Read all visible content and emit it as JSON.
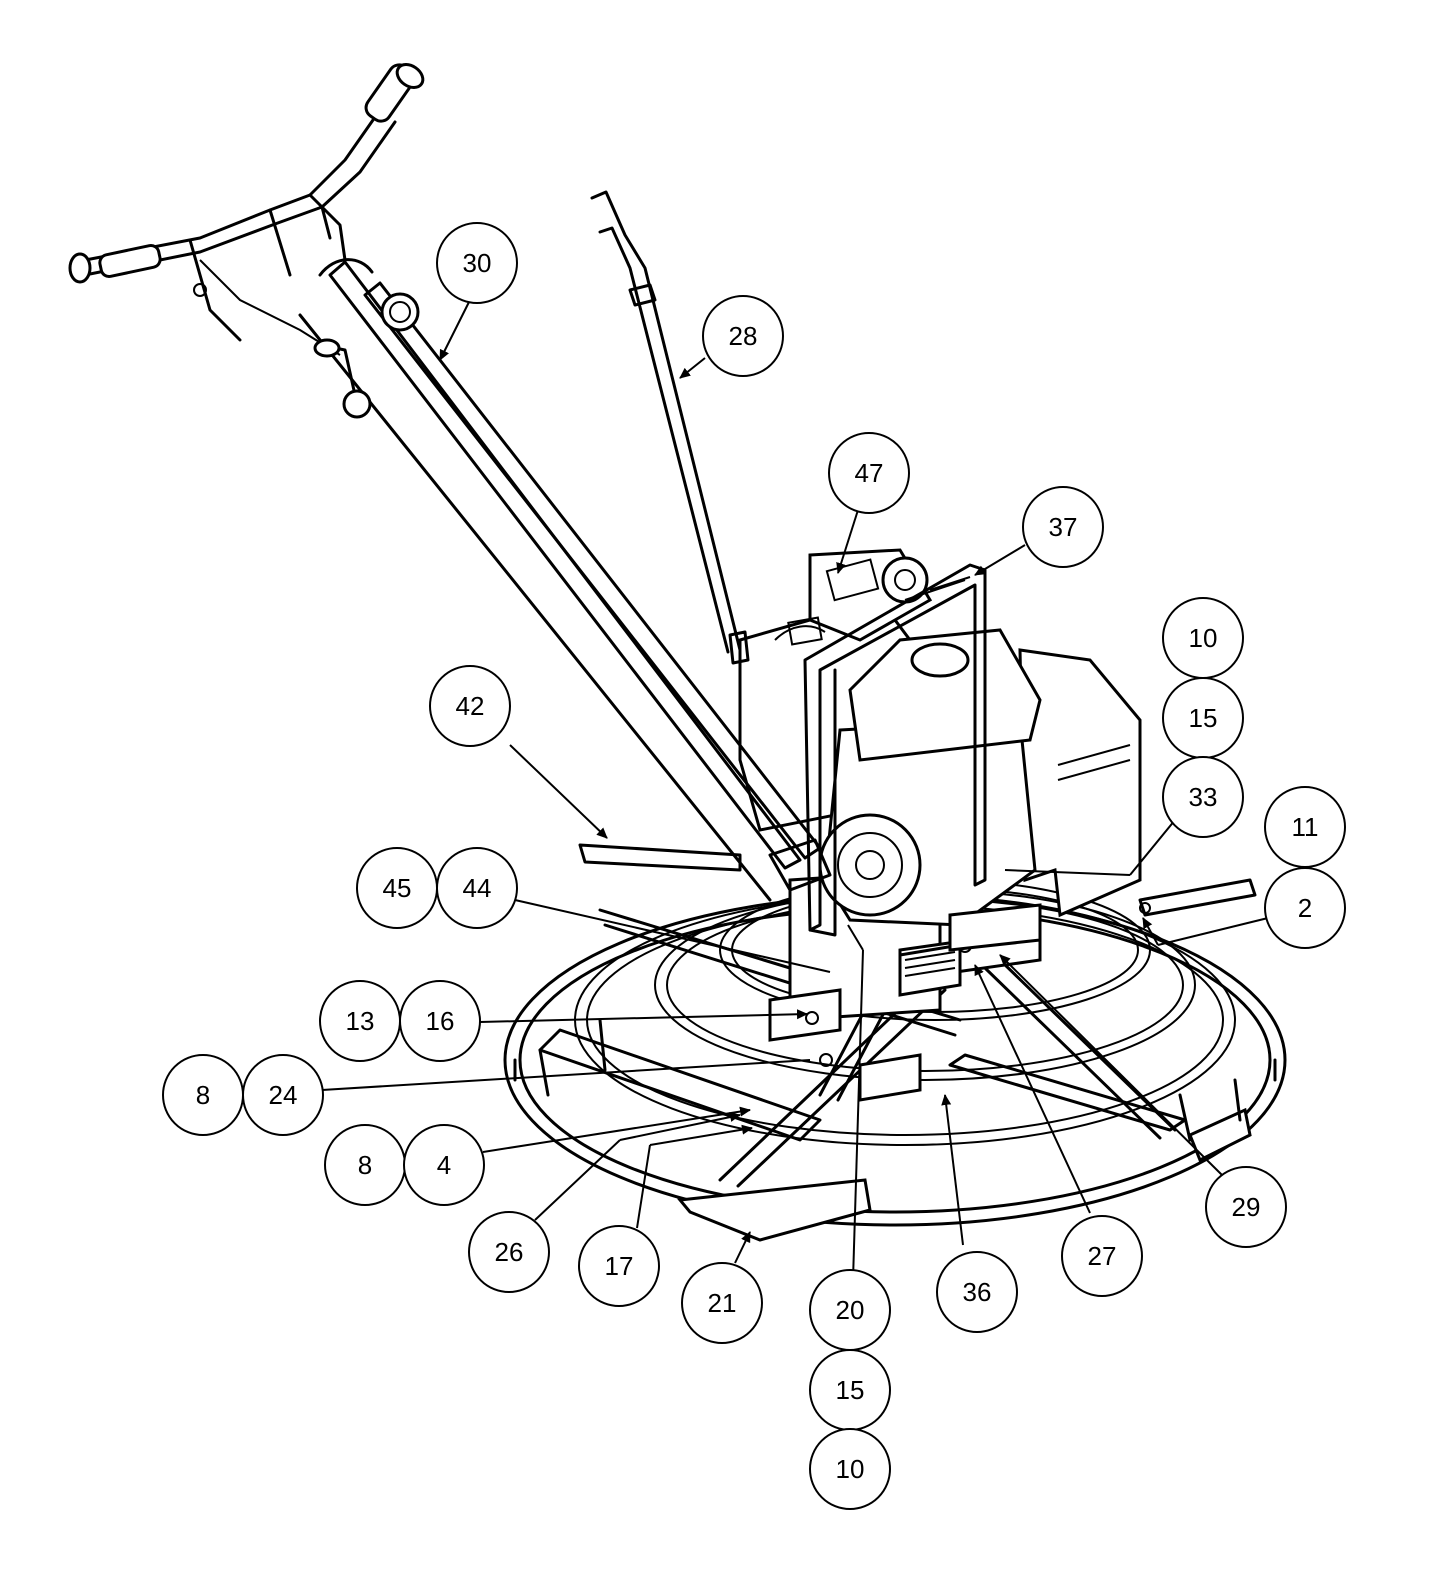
{
  "callouts": {
    "c30": "30",
    "c28": "28",
    "c47": "47",
    "c37": "37",
    "c10a": "10",
    "c15a": "15",
    "c33": "33",
    "c11": "11",
    "c2": "2",
    "c42": "42",
    "c45": "45",
    "c44": "44",
    "c13": "13",
    "c16": "16",
    "c8a": "8",
    "c24": "24",
    "c8b": "8",
    "c4": "4",
    "c26": "26",
    "c17": "17",
    "c21": "21",
    "c20": "20",
    "c15b": "15",
    "c10b": "10",
    "c36": "36",
    "c27": "27",
    "c29": "29"
  }
}
